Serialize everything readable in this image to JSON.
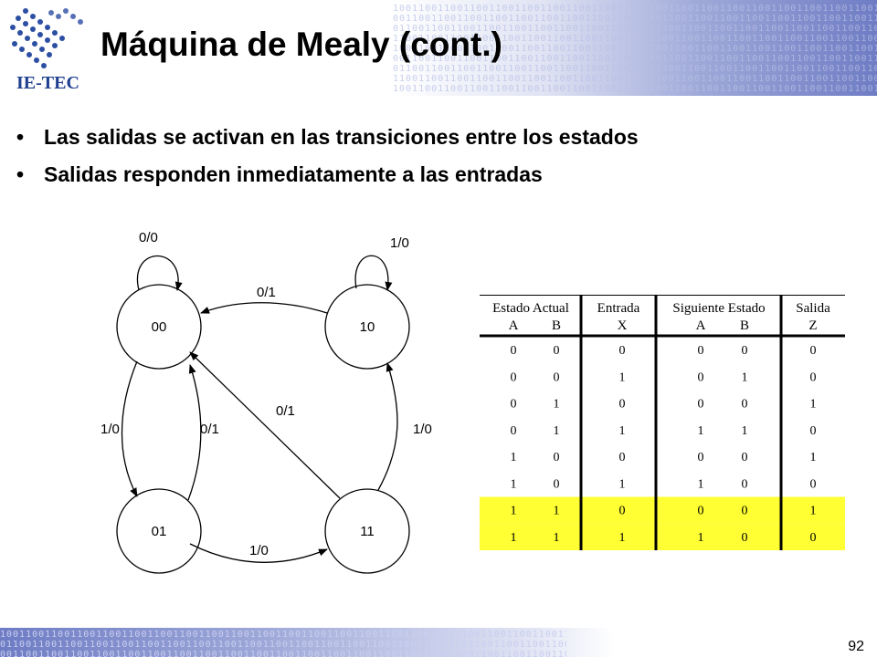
{
  "header": {
    "title": "Máquina de Mealy (cont.)",
    "logo_text": "IE-TEC",
    "binary_pattern": "10011001100110011001100110011001100110011001100110011001100110011001100110011001"
  },
  "bullets": [
    "Las salidas se activan en las transiciones entre los estados",
    "Salidas responden inmediatamente a las entradas"
  ],
  "diagram": {
    "states": [
      "00",
      "10",
      "01",
      "11"
    ],
    "transitions": {
      "loop_00": "0/0",
      "loop_10": "1/0",
      "t10_00": "0/1",
      "t00_01": "1/0",
      "t01_00": "0/1",
      "t11_00": "0/1",
      "t11_10": "1/0",
      "t01_11": "1/0"
    }
  },
  "table": {
    "groups": [
      "Estado Actual",
      "Entrada",
      "Siguiente Estado",
      "Salida"
    ],
    "subheaders": [
      "A",
      "B",
      "X",
      "A",
      "B",
      "Z"
    ],
    "rows": [
      [
        "0",
        "0",
        "0",
        "0",
        "0",
        "0"
      ],
      [
        "0",
        "0",
        "1",
        "0",
        "1",
        "0"
      ],
      [
        "0",
        "1",
        "0",
        "0",
        "0",
        "1"
      ],
      [
        "0",
        "1",
        "1",
        "1",
        "1",
        "0"
      ],
      [
        "1",
        "0",
        "0",
        "0",
        "0",
        "1"
      ],
      [
        "1",
        "0",
        "1",
        "1",
        "0",
        "0"
      ],
      [
        "1",
        "1",
        "0",
        "0",
        "0",
        "1"
      ],
      [
        "1",
        "1",
        "1",
        "1",
        "0",
        "0"
      ]
    ],
    "highlighted_rows": [
      6,
      7
    ],
    "highlight_color": "#ffff33"
  },
  "footer": {
    "page_number": "92"
  }
}
